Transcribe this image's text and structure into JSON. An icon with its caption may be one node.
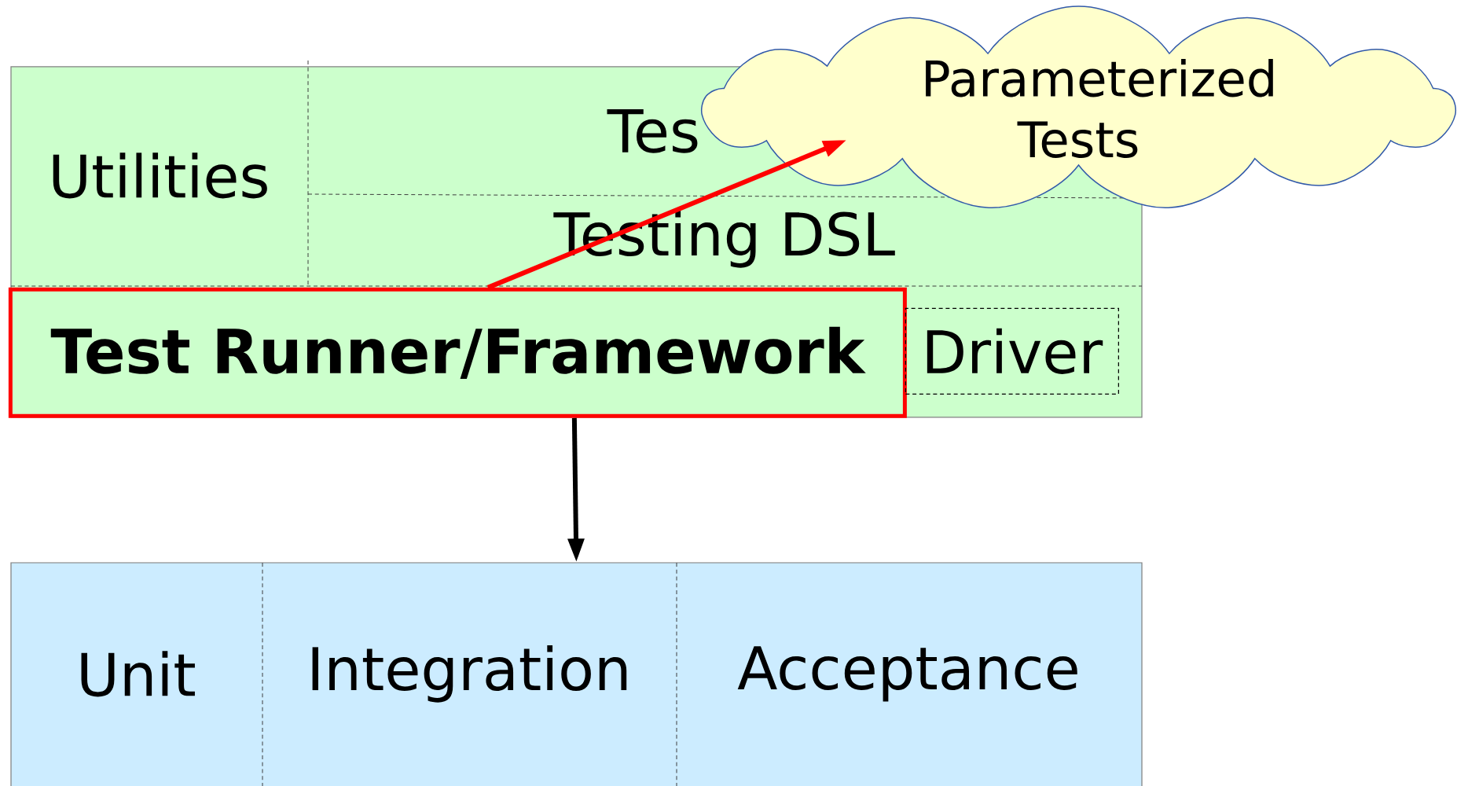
{
  "diagram": {
    "nodes": [
      {
        "text": [],
        "shape": "box"
      },
      {
        "text": [
          "Utilities"
        ],
        "in": 0
      },
      {
        "text": [
          "Tes"
        ],
        "in": 0
      },
      {
        "text": [
          "Testing DSL"
        ],
        "in": 0
      },
      {
        "text": [
          "Test Runner/Framework"
        ],
        "in": 0
      },
      {
        "text": [
          "Driver"
        ],
        "in": 0
      },
      {
        "text": [
          "Parameterized Tests"
        ]
      },
      {
        "text": [],
        "shape": "box"
      },
      {
        "text": [
          "Unit"
        ],
        "in": 7
      },
      {
        "text": [
          "Integration"
        ],
        "in": 7
      },
      {
        "text": [
          "Acceptance"
        ],
        "in": 7
      }
    ],
    "edges": [
      {
        "from": 4,
        "to": 6,
        "arrow": "to",
        "color": "#ff0000"
      },
      {
        "from": 4,
        "to": 7,
        "arrow": "to",
        "color": "#000000"
      }
    ]
  }
}
